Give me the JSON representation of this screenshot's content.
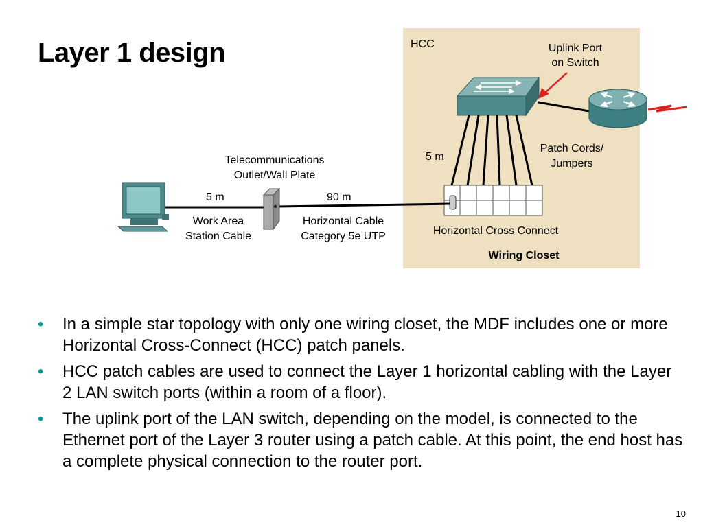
{
  "slide": {
    "title": "Layer 1 design",
    "page_number": "10"
  },
  "diagram": {
    "hcc_label": "HCC",
    "uplink_label_1": "Uplink Port",
    "uplink_label_2": "on Switch",
    "patch_cords_label_1": "Patch Cords/",
    "patch_cords_label_2": "Jumpers",
    "patch_length": "5 m",
    "telecom_outlet_label_1": "Telecommunications",
    "telecom_outlet_label_2": "Outlet/Wall Plate",
    "work_area_length": "5 m",
    "horizontal_length": "90 m",
    "work_area_cable_1": "Work Area",
    "work_area_cable_2": "Station Cable",
    "horizontal_cable_1": "Horizontal Cable",
    "horizontal_cable_2": "Category 5e UTP",
    "hcc_panel_label": "Horizontal Cross Connect",
    "wiring_closet_label": "Wiring Closet",
    "colors": {
      "closet_background": "#eee0c0",
      "switch": "#4f8a8b",
      "router": "#3e7f82",
      "arrow": "#e02020",
      "bullet": "#009999"
    },
    "icons": [
      "computer-icon",
      "wall-plate-icon",
      "switch-icon",
      "router-icon",
      "wan-link-icon",
      "patch-panel-icon"
    ]
  },
  "bullets": [
    "In a simple star topology with only one wiring closet, the MDF includes one or more Horizontal Cross-Connect (HCC) patch panels.",
    "HCC patch cables are used to connect the Layer 1 horizontal cabling with the Layer 2 LAN switch ports (within a room of a floor).",
    "The uplink port of the LAN switch, depending on the model, is connected to the Ethernet port of the Layer 3 router using a patch cable. At this point, the end host has a complete physical connection to the router port."
  ]
}
